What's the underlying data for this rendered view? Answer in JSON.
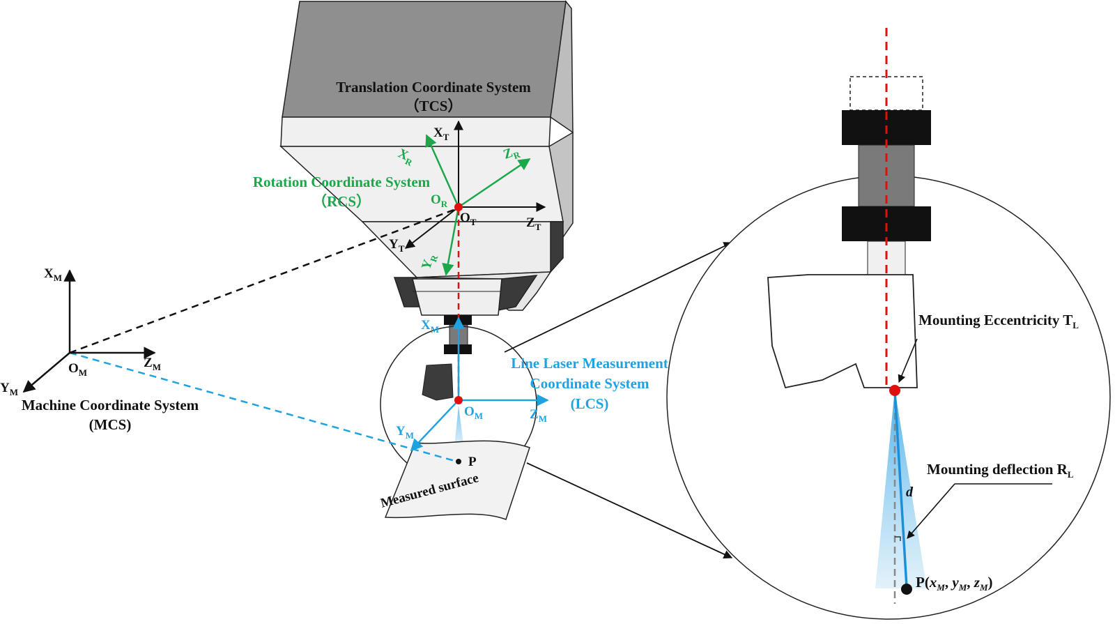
{
  "labels": {
    "tcs_title": "Translation Coordinate System",
    "tcs_abbr": "（TCS）",
    "rcs_title": "Rotation Coordinate System",
    "rcs_abbr": "（RCS）",
    "mcs_title": "Machine Coordinate System",
    "mcs_abbr": "(MCS)",
    "lcs_title_1": "Line Laser Measurement",
    "lcs_title_2": "Coordinate System",
    "lcs_abbr": "(LCS)",
    "measured_surface": "Measured surface",
    "mounting_eccentricity": "Mounting Eccentricity T",
    "mounting_eccentricity_sub": "L",
    "mounting_deflection": "Mounting deflection R",
    "mounting_deflection_sub": "L",
    "d": "d",
    "p_small": "P",
    "p_coord_prefix": "P(",
    "p_x": "x",
    "p_y": "y",
    "p_z": "z",
    "p_sub": "M",
    "p_sep": ", ",
    "p_close": ")"
  },
  "axes": {
    "x": "X",
    "y": "Y",
    "z": "Z",
    "o": "O",
    "sub_t": "T",
    "sub_r": "R",
    "sub_m": "M"
  },
  "colors": {
    "green": "#1aa84a",
    "blue": "#1fa3e0",
    "red": "#e01010",
    "black": "#111111",
    "gray_dark": "#8a8a8a"
  }
}
